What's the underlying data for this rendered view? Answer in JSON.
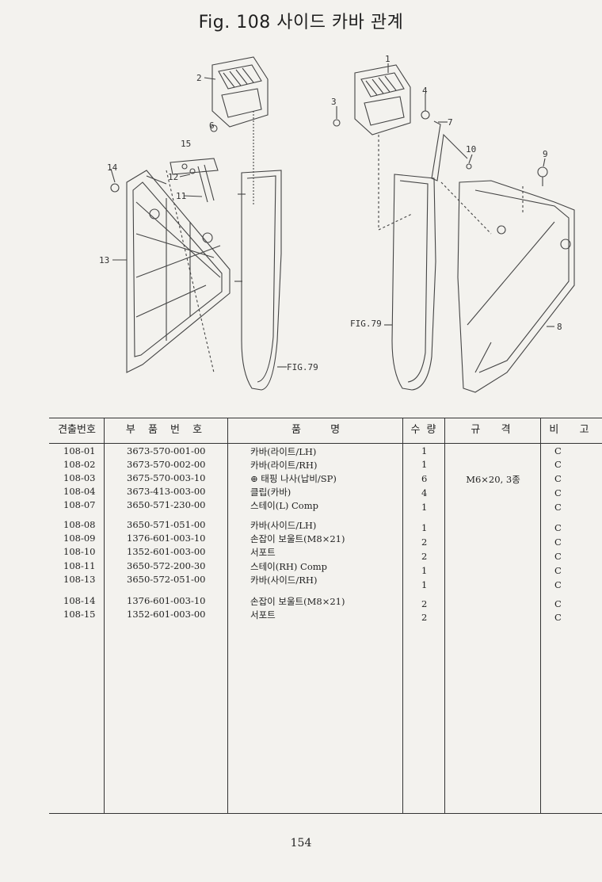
{
  "title": "Fig. 108  사이드 카바 관계",
  "diagram": {
    "callouts": [
      "1",
      "2",
      "3",
      "4",
      "6",
      "7",
      "8",
      "9",
      "10",
      "11",
      "12",
      "13",
      "14",
      "15"
    ],
    "fig_refs": [
      "FIG.79",
      "FIG.79"
    ]
  },
  "table": {
    "headers": [
      "견출번호",
      "부 품 번 호",
      "품         명",
      "수 량",
      "규  격",
      "비  고"
    ],
    "rows": [
      {
        "no": "108-01",
        "part": "3673-570-001-00",
        "name": "카바(라이트/LH)",
        "qty": "1",
        "spec": "",
        "note": "C"
      },
      {
        "no": "108-02",
        "part": "3673-570-002-00",
        "name": "카바(라이트/RH)",
        "qty": "1",
        "spec": "",
        "note": "C"
      },
      {
        "no": "108-03",
        "part": "3675-570-003-10",
        "name": "⊕ 태핑 나사(납비/SP)",
        "qty": "6",
        "spec": "M6×20, 3종",
        "note": "C"
      },
      {
        "no": "108-04",
        "part": "3673-413-003-00",
        "name": "클립(카바)",
        "qty": "4",
        "spec": "",
        "note": "C"
      },
      {
        "no": "108-07",
        "part": "3650-571-230-00",
        "name": "스테이(L) Comp",
        "qty": "1",
        "spec": "",
        "note": "C"
      },
      {
        "no": "108-08",
        "part": "3650-571-051-00",
        "name": "카바(사이드/LH)",
        "qty": "1",
        "spec": "",
        "note": "C"
      },
      {
        "no": "108-09",
        "part": "1376-601-003-10",
        "name": "손잡이 보울트(M8×21)",
        "qty": "2",
        "spec": "",
        "note": "C"
      },
      {
        "no": "108-10",
        "part": "1352-601-003-00",
        "name": "서포트",
        "qty": "2",
        "spec": "",
        "note": "C"
      },
      {
        "no": "108-11",
        "part": "3650-572-200-30",
        "name": "스테이(RH) Comp",
        "qty": "1",
        "spec": "",
        "note": "C"
      },
      {
        "no": "108-13",
        "part": "3650-572-051-00",
        "name": "카바(사이드/RH)",
        "qty": "1",
        "spec": "",
        "note": "C"
      },
      {
        "no": "108-14",
        "part": "1376-601-003-10",
        "name": "손잡이 보울트(M8×21)",
        "qty": "2",
        "spec": "",
        "note": "C"
      },
      {
        "no": "108-15",
        "part": "1352-601-003-00",
        "name": "서포트",
        "qty": "2",
        "spec": "",
        "note": "C"
      }
    ]
  },
  "page_number": "154"
}
